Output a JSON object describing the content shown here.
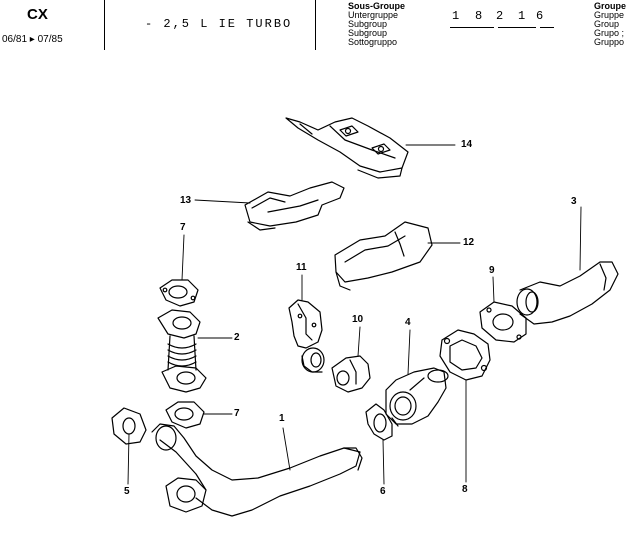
{
  "header": {
    "model": "CX",
    "dates": "06/81 ▸ 07/85",
    "engine": "- 2,5  L  IE  TURBO",
    "subgroup_labels": [
      "Sous-Groupe",
      "Untergruppe",
      "Subgroup",
      "Subgroup",
      "Sottogruppo"
    ],
    "code_digits": [
      "1",
      "8",
      "2",
      "1",
      "6"
    ],
    "group_labels": [
      "Groupe",
      "Gruppe",
      "Group",
      "Grupo ; ",
      "Gruppo"
    ]
  },
  "callouts": {
    "c1": "1",
    "c2": "2",
    "c3": "3",
    "c4": "4",
    "c5": "5",
    "c6": "6",
    "c7a": "7",
    "c7b": "7",
    "c8": "8",
    "c9": "9",
    "c10": "10",
    "c11": "11",
    "c12": "12",
    "c13": "13",
    "c14": "14"
  }
}
